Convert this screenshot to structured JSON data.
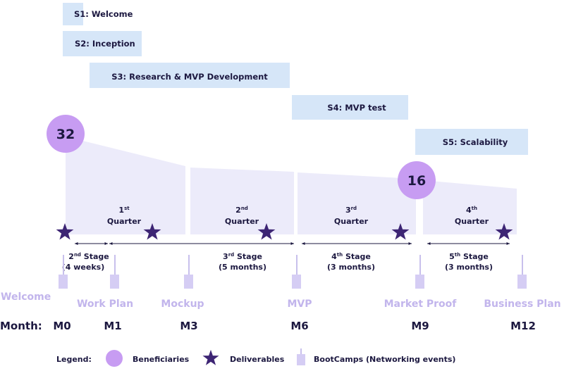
{
  "stages": [
    {
      "label": "S1: Welcome"
    },
    {
      "label": "S2: Inception"
    },
    {
      "label": "S3: Research & MVP Development"
    },
    {
      "label": "S4: MVP test"
    },
    {
      "label": "S5: Scalability"
    }
  ],
  "quarters": [
    {
      "num": "1",
      "sup": "st",
      "word": "Quarter"
    },
    {
      "num": "2",
      "sup": "nd",
      "word": "Quarter"
    },
    {
      "num": "3",
      "sup": "rd",
      "word": "Quarter"
    },
    {
      "num": "4",
      "sup": "th",
      "word": "Quarter"
    }
  ],
  "beneficiaries": {
    "start": "32",
    "end": "16"
  },
  "phases": [
    {
      "num": "2",
      "sup": "nd",
      "word": " Stage",
      "duration": "(4 weeks)"
    },
    {
      "num": "3",
      "sup": "rd",
      "word": " Stage",
      "duration": "(5 months)"
    },
    {
      "num": "4",
      "sup": "th",
      "word": " Stage",
      "duration": "(3 months)"
    },
    {
      "num": "5",
      "sup": "th",
      "word": " Stage",
      "duration": "(3 months)"
    }
  ],
  "milestones": [
    {
      "label": "Welcome",
      "month": "M0"
    },
    {
      "label": "Work Plan",
      "month": "M1"
    },
    {
      "label": "Mockup",
      "month": "M3"
    },
    {
      "label": "MVP",
      "month": "M6"
    },
    {
      "label": "Market Proof",
      "month": "M9"
    },
    {
      "label": "Business Plan",
      "month": "M12"
    }
  ],
  "month_label": "Month:",
  "legend": {
    "title": "Legend:",
    "beneficiaries": "Beneficiaries",
    "deliverables": "Deliverables",
    "bootcamps": "BootCamps (Networking events)"
  },
  "colors": {
    "stage_box": "#d6e6f8",
    "area": "#ecebfa",
    "circle": "#c79cf2",
    "star": "#3d2574",
    "bootcamp": "#d5cdf4",
    "milestone_text": "#c2b5ec",
    "dark_text": "#1c1840"
  }
}
